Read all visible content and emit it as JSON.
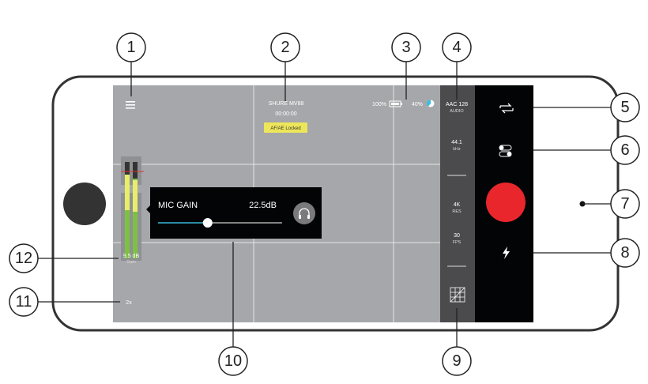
{
  "app": {
    "device_name": "SHURE MV88",
    "timer": "00:00:00",
    "focus_badge": "AF/AE Locked",
    "battery_percent": "100%",
    "storage_percent": "40%",
    "audio_format": "AAC 128",
    "audio_label": "AUDIO",
    "sample_rate": "44.1",
    "sample_rate_unit": "kHz",
    "resolution": "4K",
    "resolution_label": "RES",
    "frame_rate": "30",
    "frame_rate_label": "FPS",
    "gain_value": "9.5 dB",
    "gain_label": "Gain",
    "zoom_level": "2x",
    "mic_gain": {
      "label": "MIC GAIN",
      "value": "22.5dB",
      "slider_fraction": 0.4
    }
  },
  "icons": [
    "menu-icon",
    "battery-icon",
    "storage-pie-icon",
    "switch-camera-icon",
    "toggle-settings-icon",
    "record-button",
    "flash-icon",
    "grid-icon",
    "headphones-icon"
  ],
  "colors": {
    "screen": "#a6a7aa",
    "side_panel": "#4b4b4d",
    "control_panel": "#030405",
    "record": "#e8262c",
    "badge": "#ede65a",
    "slider_fill": "#29a9c9",
    "accent": "#33bde6"
  },
  "callouts": [
    "1",
    "2",
    "3",
    "4",
    "5",
    "6",
    "7",
    "8",
    "9",
    "10",
    "11",
    "12"
  ]
}
